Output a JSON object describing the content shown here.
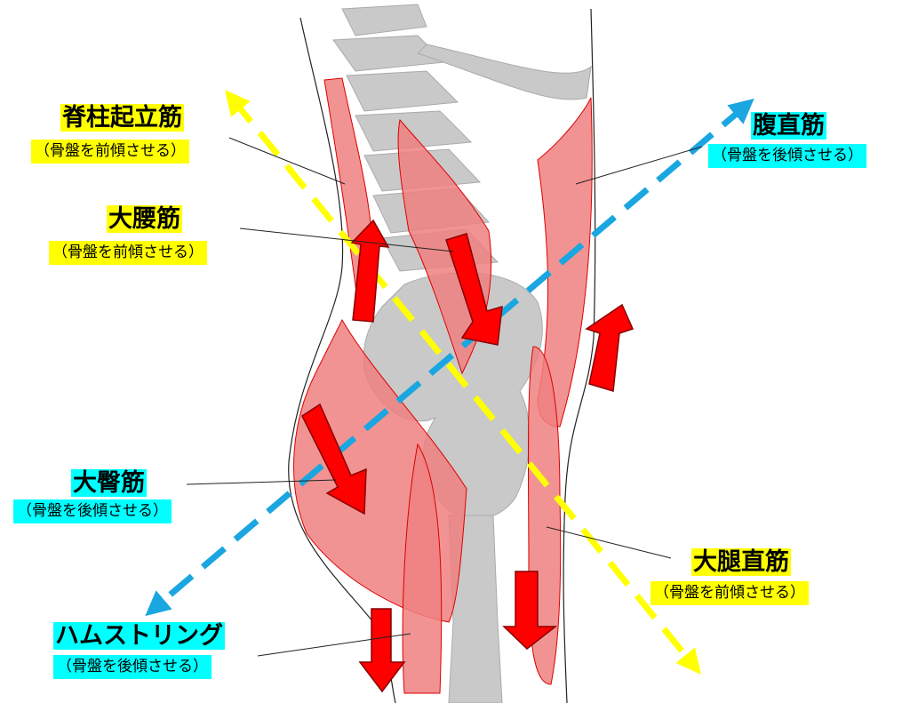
{
  "colors": {
    "forward_tilt": "#ffff00",
    "backward_tilt": "#00ffff",
    "muscle": "#f08080",
    "arrow": "#ff0000",
    "bone": "#c8c8c8",
    "yellow_dash": "#ffff00",
    "blue_dash": "#1aa6e0"
  },
  "labels": {
    "erector_spinae": {
      "name": "脊柱起立筋",
      "effect": "（骨盤を前傾させる）"
    },
    "psoas_major": {
      "name": "大腰筋",
      "effect": "（骨盤を前傾させる）"
    },
    "rectus_abdominis": {
      "name": "腹直筋",
      "effect": "（骨盤を後傾させる）"
    },
    "gluteus_maximus": {
      "name": "大臀筋",
      "effect": "（骨盤を後傾させる）"
    },
    "rectus_femoris": {
      "name": "大腿直筋",
      "effect": "（骨盤を前傾させる）"
    },
    "hamstrings": {
      "name": "ハムストリング",
      "effect": "（骨盤を後傾させる）"
    }
  }
}
